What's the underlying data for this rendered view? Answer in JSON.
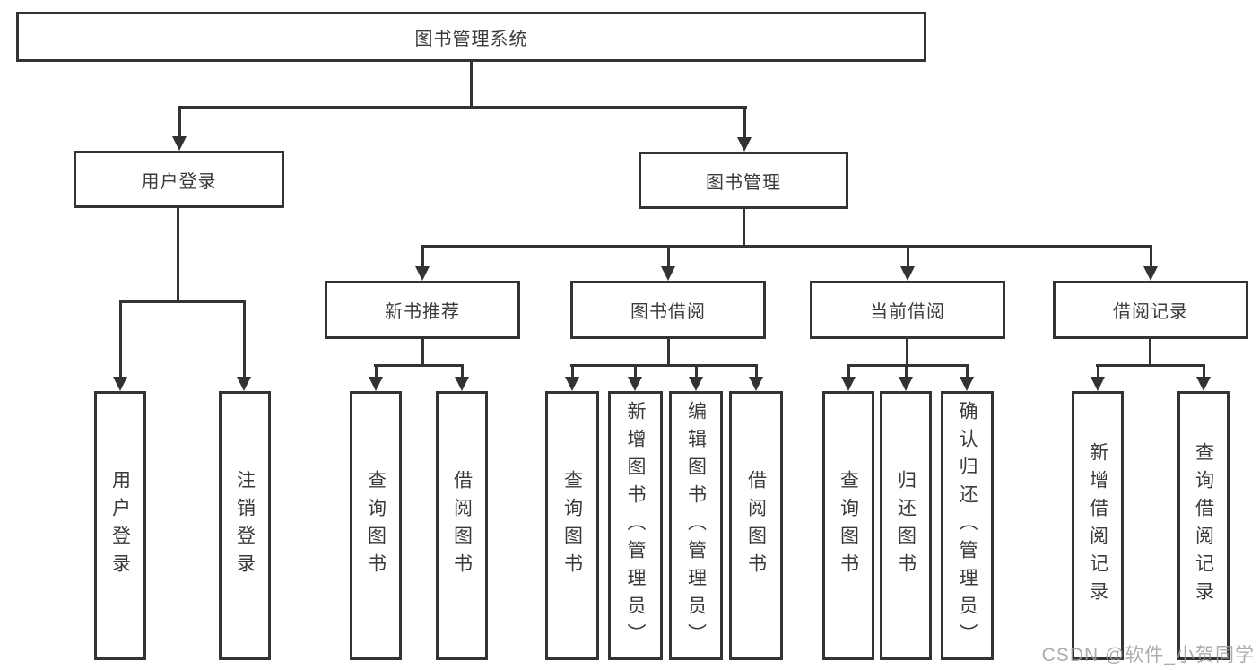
{
  "tree": {
    "root": {
      "label": "图书管理系统"
    },
    "level2": [
      {
        "label": "用户登录",
        "children": [
          {
            "label": "用户登录"
          },
          {
            "label": "注销登录"
          }
        ]
      },
      {
        "label": "图书管理",
        "children": [
          {
            "label": "新书推荐",
            "children": [
              {
                "label": "查询图书"
              },
              {
                "label": "借阅图书"
              }
            ]
          },
          {
            "label": "图书借阅",
            "children": [
              {
                "label": "查询图书"
              },
              {
                "label": "新增图书（管理员）"
              },
              {
                "label": "编辑图书（管理员）"
              },
              {
                "label": "借阅图书"
              }
            ]
          },
          {
            "label": "当前借阅",
            "children": [
              {
                "label": "查询图书"
              },
              {
                "label": "归还图书"
              },
              {
                "label": "确认归还（管理员）"
              }
            ]
          },
          {
            "label": "借阅记录",
            "children": [
              {
                "label": "新增借阅记录"
              },
              {
                "label": "查询借阅记录"
              }
            ]
          }
        ]
      }
    ]
  },
  "watermark": {
    "text": "CSDN @软件_小贺同学"
  },
  "colors": {
    "line": "#333333",
    "box_border": "#333333",
    "text": "#3a3a3a",
    "background": "#ffffff",
    "watermark": "#9e9e9e"
  }
}
